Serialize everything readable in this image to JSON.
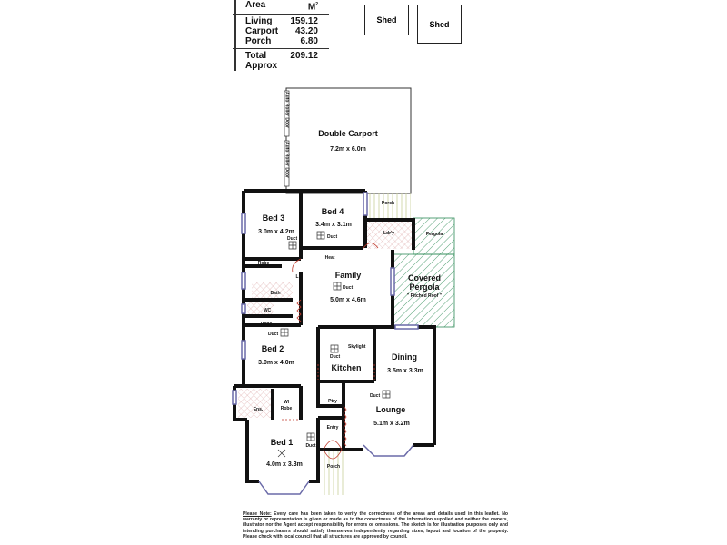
{
  "area_table": {
    "header": {
      "label": "Area",
      "unit": "M",
      "unit_sup": "2"
    },
    "rows": [
      {
        "label": "Living",
        "value": "159.12"
      },
      {
        "label": "Carport",
        "value": "43.20"
      },
      {
        "label": "Porch",
        "value": "6.80"
      }
    ],
    "total": {
      "label": "Total Approx",
      "value": "209.12"
    }
  },
  "sheds": [
    "Shed",
    "Shed"
  ],
  "plan": {
    "carport": {
      "name": "Double Carport",
      "dim": "7.2m x 6.0m",
      "door1": "Auto Roller Door",
      "door2": "Auto Roller Door"
    },
    "bed3": {
      "name": "Bed 3",
      "dim": "3.0m x 4.2m",
      "duct": "Duct"
    },
    "bed4": {
      "name": "Bed 4",
      "dim": "3.4m x 3.1m",
      "duct": "Duct"
    },
    "porch_top": "Porch",
    "laundry": "Ldr'y",
    "pergola": "Pergola",
    "covered_pergola": {
      "line1": "Covered",
      "line2": "Pergola",
      "line3": "\" Pitched Roof \""
    },
    "heat": "Heat",
    "family": {
      "name": "Family",
      "dim": "5.0m x 4.6m",
      "duct": "Duct"
    },
    "robe1": "Robe",
    "linen": "L",
    "bath": "Bath",
    "wc": "WC",
    "robe2": "Robe",
    "bed2": {
      "name": "Bed 2",
      "dim": "3.0m x 4.0m",
      "duct": "Duct"
    },
    "kitchen": {
      "name": "Kitchen",
      "duct": "Duct",
      "skylight": "Skylight"
    },
    "pantry": "Ptry",
    "dining": {
      "name": "Dining",
      "dim": "3.5m x 3.3m"
    },
    "lounge": {
      "name": "Lounge",
      "dim": "5.1m x 3.2m",
      "duct": "Duct"
    },
    "ensuite": "Ens.",
    "wi_robe": {
      "line1": "WI",
      "line2": "Robe"
    },
    "entry": "Entry",
    "bed1": {
      "name": "Bed 1",
      "dim": "4.0m x 3.3m",
      "duct": "Duct"
    },
    "porch_front": "Porch"
  },
  "note": {
    "label": "Please Note:",
    "text": " Every care has been taken to verify the correctness of the areas and details used in this leaflet. No warranty or representation is given or made as to the correctness of the information supplied and neither the owners, illustrator nor the Agent accept responsibility for errors or omissions. The sketch is for illustration purposes only and intending purchasers should satisfy themselves independently regarding sizes, layout and location of the property. Please check with local council that all structures are approved by council."
  },
  "colors": {
    "wall": "#111111",
    "window": "#6a6aa8",
    "pergola_hatch": "#2e8b57",
    "door": "#c0392b",
    "porch_stripe": "#c8cf9a"
  }
}
